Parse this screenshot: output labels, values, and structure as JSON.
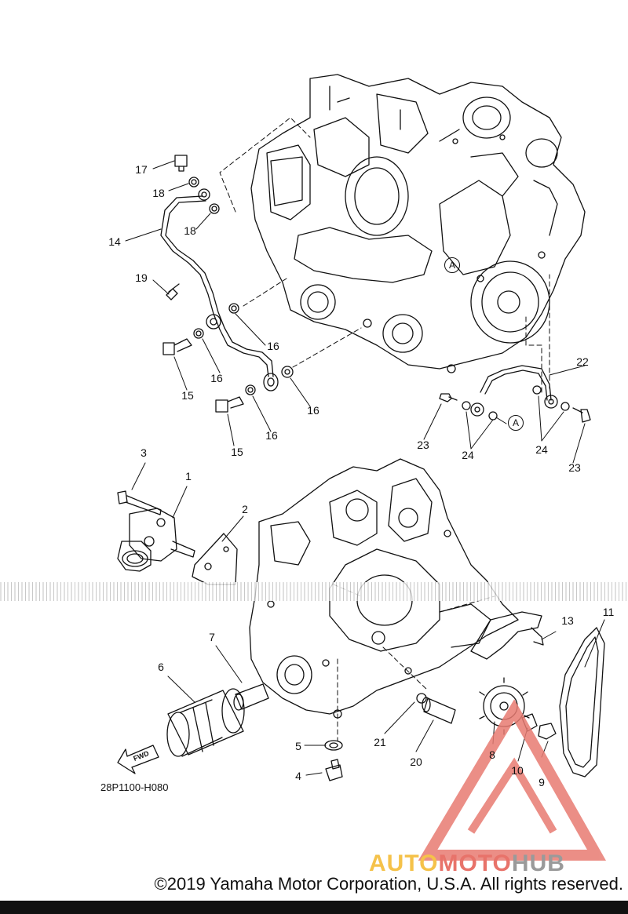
{
  "callouts": [
    {
      "label": "17"
    },
    {
      "label": "18"
    },
    {
      "label": "18"
    },
    {
      "label": "14"
    },
    {
      "label": "19"
    },
    {
      "label": "16"
    },
    {
      "label": "16"
    },
    {
      "label": "16"
    },
    {
      "label": "16"
    },
    {
      "label": "15"
    },
    {
      "label": "15"
    },
    {
      "label": "22"
    },
    {
      "label": "23"
    },
    {
      "label": "23"
    },
    {
      "label": "24"
    },
    {
      "label": "24"
    },
    {
      "label": "3"
    },
    {
      "label": "1"
    },
    {
      "label": "2"
    },
    {
      "label": "7"
    },
    {
      "label": "6"
    },
    {
      "label": "5"
    },
    {
      "label": "4"
    },
    {
      "label": "21"
    },
    {
      "label": "20"
    },
    {
      "label": "8"
    },
    {
      "label": "10"
    },
    {
      "label": "9"
    },
    {
      "label": "13"
    },
    {
      "label": "11"
    }
  ],
  "ref_markers": [
    {
      "label": "A"
    },
    {
      "label": "A"
    }
  ],
  "fwd_label": "FWD",
  "diagram_code": "28P1100-H080",
  "copyright": "©2019 Yamaha Motor Corporation, U.S.A. All rights reserved.",
  "watermark": {
    "part1": "AUTO",
    "part2": "MOTO",
    "part3": "HUB"
  }
}
